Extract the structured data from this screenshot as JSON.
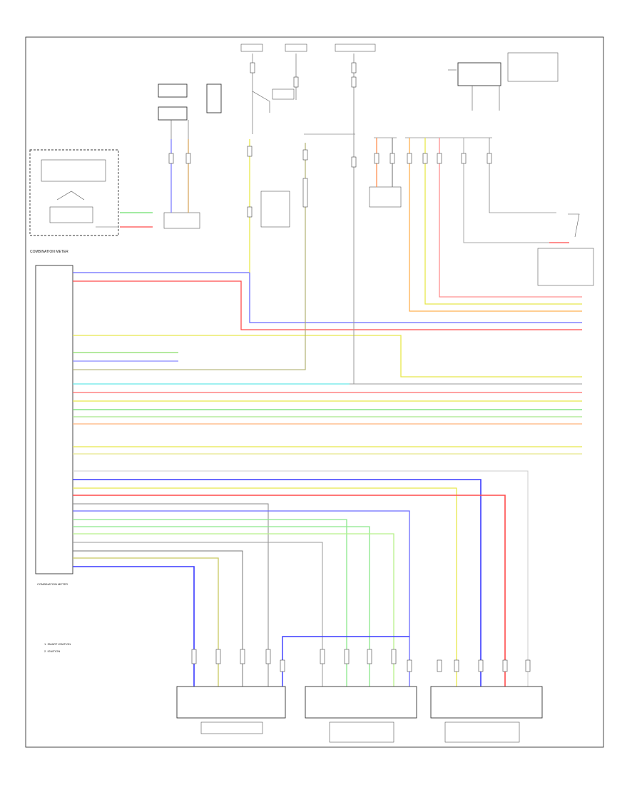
{
  "labels": {
    "combination_meter_title": "COMBINATION METER",
    "meter_box_caption": "COMBINATION METER",
    "legend": [
      "1. SMART IGNITION",
      "2. IGNITION"
    ],
    "page_number": ""
  }
}
